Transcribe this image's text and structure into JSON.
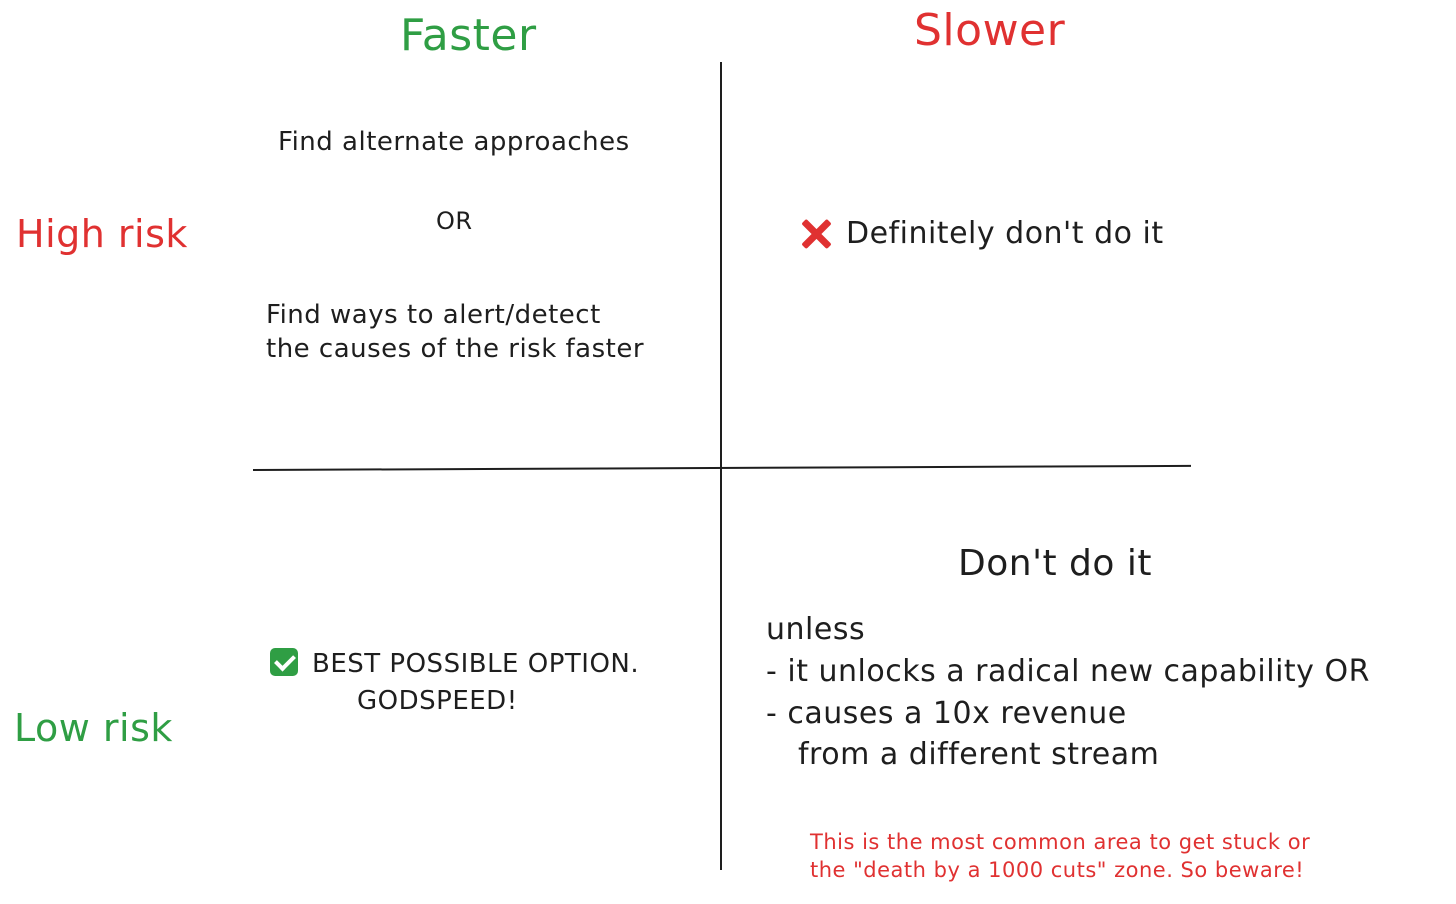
{
  "columns": {
    "faster": "Faster",
    "slower": "Slower"
  },
  "rows": {
    "high": "High risk",
    "low": "Low risk"
  },
  "colors": {
    "green": "#2f9e44",
    "red": "#e03131",
    "ink": "#1e1e1e"
  },
  "quadrants": {
    "high_faster": {
      "line1": "Find alternate approaches",
      "or": "OR",
      "line2": "Find ways to alert/detect\nthe causes of the risk faster"
    },
    "high_slower": {
      "icon": "cross-mark-icon",
      "text": "Definitely don't do it"
    },
    "low_faster": {
      "icon": "check-mark-button-icon",
      "line1": "BEST POSSIBLE OPTION.",
      "line2": "GODSPEED!"
    },
    "low_slower": {
      "title": "Don't do it",
      "unless": "unless",
      "item1": "- it unlocks a radical new capability OR",
      "item2": "- causes a 10x revenue",
      "item3": "from a different stream",
      "note": "This is the most common area to get stuck or\nthe \"death by a 1000 cuts\" zone. So beware!"
    }
  }
}
